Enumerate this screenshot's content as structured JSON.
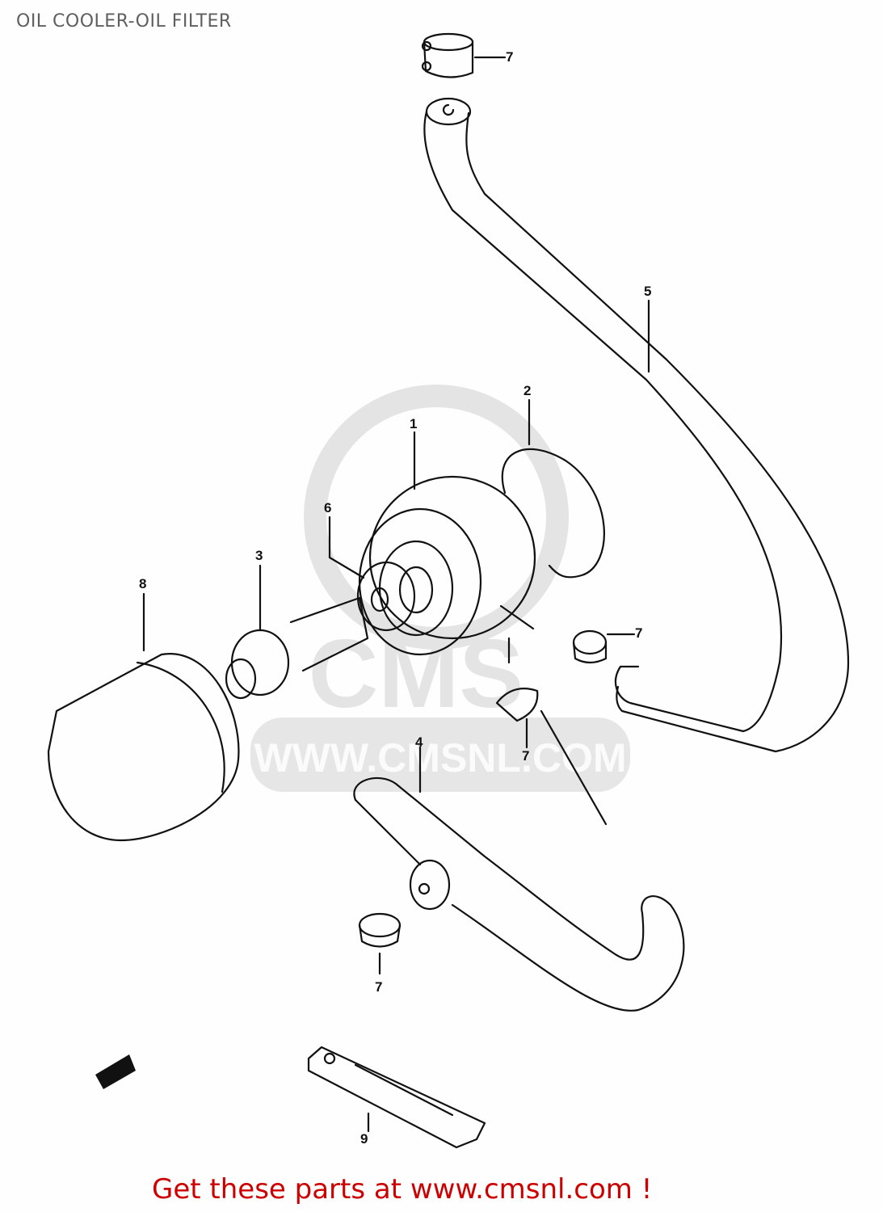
{
  "page": {
    "title": "OIL COOLER-OIL FILTER",
    "footer_text": "Get these parts at www.cmsnl.com !",
    "footer_color": "#cc0000"
  },
  "watermark": {
    "logo_text": "CMS",
    "url_text": "WWW.CMSNL.COM",
    "color": "#e4e4e4"
  },
  "callouts": [
    {
      "id": "c7a",
      "label": "7",
      "part": "hose-clamp"
    },
    {
      "id": "c5",
      "label": "5",
      "part": "oil-hose-upper"
    },
    {
      "id": "c2",
      "label": "2",
      "part": "o-ring"
    },
    {
      "id": "c1",
      "label": "1",
      "part": "oil-cooler-adapter"
    },
    {
      "id": "c6",
      "label": "6",
      "part": "gasket-washer"
    },
    {
      "id": "c3",
      "label": "3",
      "part": "union-bolt"
    },
    {
      "id": "c8",
      "label": "8",
      "part": "oil-filter"
    },
    {
      "id": "c7b",
      "label": "7",
      "part": "hose-clamp"
    },
    {
      "id": "c7c",
      "label": "7",
      "part": "hose-clamp"
    },
    {
      "id": "c4",
      "label": "4",
      "part": "oil-hose-lower"
    },
    {
      "id": "c7d",
      "label": "7",
      "part": "hose-clamp"
    },
    {
      "id": "c9",
      "label": "9",
      "part": "hose-bracket"
    }
  ],
  "icons": {
    "front_arrow": "front-direction-arrow"
  }
}
